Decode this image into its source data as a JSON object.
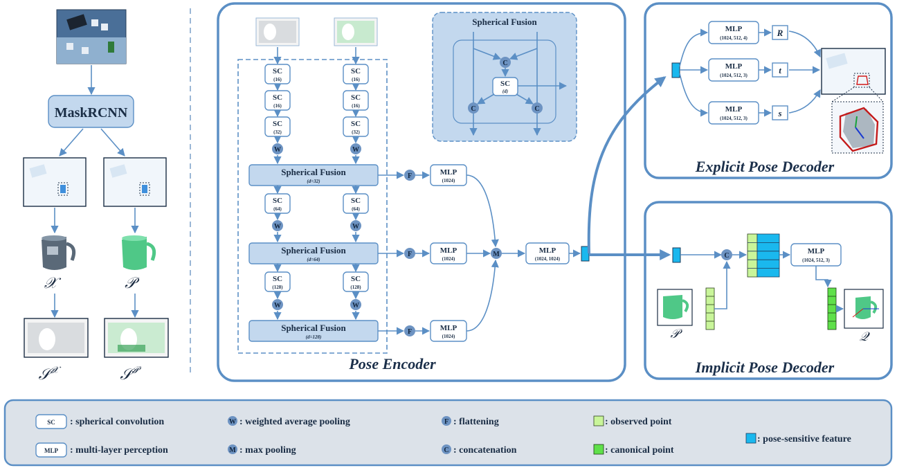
{
  "left": {
    "mask_rcnn": "MaskRCNN",
    "x_symbol": "𝒳",
    "p_symbol": "𝒫",
    "sx_symbol": "𝒮",
    "sx_sup": "𝒳",
    "sp_symbol": "𝒮",
    "sp_sup": "𝒫"
  },
  "encoder": {
    "title": "Pose Encoder",
    "sc_label": "SC",
    "w_label": "W",
    "f_label": "F",
    "m_label": "M",
    "c_label": "C",
    "mlp_label": "MLP",
    "mlp_1024": "(1024)",
    "mlp_final_dims": "(1024, 1024)",
    "sc_left": [
      "(16)",
      "(16)",
      "(32)",
      "(64)",
      "(128)"
    ],
    "sc_right": [
      "(16)",
      "(16)",
      "(32)",
      "(64)",
      "(128)"
    ],
    "fusion_title": "Spherical Fusion",
    "fusions": [
      {
        "label": "Spherical Fusion",
        "sub": "(d=32)"
      },
      {
        "label": "Spherical Fusion",
        "sub": "(d=64)"
      },
      {
        "label": "Spherical Fusion",
        "sub": "(d=128)"
      }
    ],
    "inset": {
      "title": "Spherical Fusion",
      "sc": "SC",
      "sc_sub": "(d)",
      "c": "C"
    }
  },
  "explicit": {
    "title": "Explicit Pose Decoder",
    "mlps": [
      {
        "label": "MLP",
        "dims": "(1024, 512, 4)",
        "out": "R"
      },
      {
        "label": "MLP",
        "dims": "(1024, 512, 3)",
        "out": "t"
      },
      {
        "label": "MLP",
        "dims": "(1024, 512, 3)",
        "out": "s"
      }
    ]
  },
  "implicit": {
    "title": "Implicit Pose Decoder",
    "c_label": "C",
    "mlp": {
      "label": "MLP",
      "dims": "(1024, 512, 3)"
    },
    "p_symbol": "𝒫",
    "q_symbol": "𝒬"
  },
  "legend": {
    "items": [
      {
        "key": "SC",
        "text": ": spherical convolution"
      },
      {
        "key": "MLP",
        "text": ": multi-layer perception"
      },
      {
        "key": "W",
        "text": ": weighted average pooling"
      },
      {
        "key": "M",
        "text": ": max pooling"
      },
      {
        "key": "F",
        "text": ": flattening"
      },
      {
        "key": "C",
        "text": ": concatenation"
      },
      {
        "text": ": observed point"
      },
      {
        "text": ": canonical point"
      },
      {
        "text": ": pose-sensitive feature"
      }
    ]
  },
  "colors": {
    "accent": "#5b8fc5",
    "fusion_fill": "#c3d8ee",
    "observed_point": "#c9f59a",
    "canonical_point": "#5fe04a",
    "pose_feature": "#1ab8ee",
    "legend_bg": "#dce2e9"
  }
}
